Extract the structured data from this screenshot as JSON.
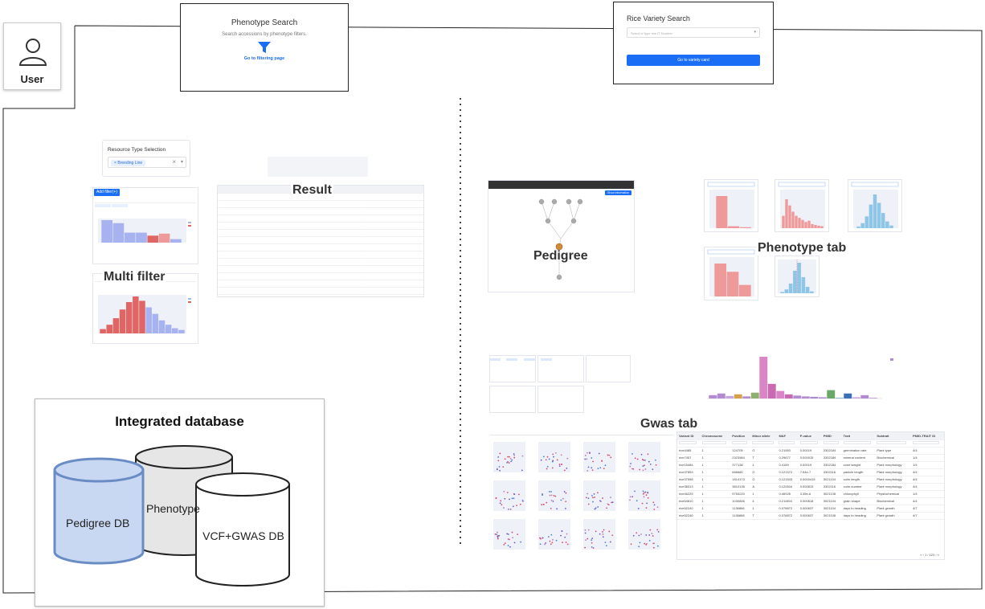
{
  "user": {
    "label": "User",
    "icon": "user-icon"
  },
  "phenotype_search": {
    "title": "Phenotype Search",
    "description": "Search accessions by phenotype filters.",
    "link": "Go to filtering page",
    "icon": "filter-icon"
  },
  "rice_variety_search": {
    "title": "Rice Variety Search",
    "placeholder": "Select or type rice IT Number",
    "button": "Go to variety card"
  },
  "left_panel": {
    "resource_type": {
      "title": "Resource Type Selection",
      "chip": "Breeding Line"
    },
    "add_filter": "Add filter(+)",
    "multi_filter_label": "Multi filter",
    "result_label": "Result"
  },
  "right_panel": {
    "pedigree_label": "Pedigree",
    "phenotype_tab_label": "Phenotype tab",
    "gwas_tab_label": "Gwas tab",
    "show_information": "Show information"
  },
  "database": {
    "title": "Integrated database",
    "cylinders": [
      "Pedigree DB",
      "Phenotype",
      "VCF+GWAS DB"
    ]
  },
  "gwas_table": {
    "columns": [
      "Variant ID",
      "Chromosome",
      "Position",
      "Minor allele",
      "MAF",
      "P-value",
      "PMID",
      "Trait",
      "Subtrait",
      "PMID-TRAIT ID"
    ],
    "rows": [
      [
        "rice4485",
        "1",
        "124705",
        "G",
        "0.21953",
        "0.00019",
        "3302184",
        "germination rate",
        "Plant type",
        "4/4"
      ],
      [
        "rice7457",
        "1",
        "2323984",
        "T",
        "0.29677",
        "0.000915",
        "3302184",
        "mineral content",
        "Biochemical",
        "1/4"
      ],
      [
        "rice15484",
        "1",
        "377138",
        "1",
        "0.4169",
        "0.00019",
        "3302184",
        "cone weight",
        "Plant morphology",
        "1/4"
      ],
      [
        "rice37853",
        "1",
        "686680",
        "G",
        "0.121572",
        "7.54e-7",
        "3302116",
        "panicle length",
        "Plant morphology",
        "4/4"
      ],
      [
        "rice37558",
        "1",
        "1814173",
        "G",
        "0.121543",
        "0.0000415",
        "3021104",
        "culm length",
        "Plant morphology",
        "4/4"
      ],
      [
        "rice38313",
        "1",
        "3810136",
        "A",
        "0.120534",
        "0.000813",
        "3302116",
        "culm number",
        "Plant morphology",
        "4/4"
      ],
      [
        "rice46225",
        "1",
        "9753220",
        "1",
        "0.46928",
        "3.35e-6",
        "3021108",
        "chlorophyll",
        "Physiochemical",
        "1/4"
      ],
      [
        "rice54810",
        "1",
        "1030846",
        "4",
        "0.211654",
        "0.000618",
        "3021104",
        "grain shape",
        "Biochemical",
        "4/4"
      ],
      [
        "rice52240",
        "1",
        "1136866",
        "1",
        "0.078872",
        "0.000637",
        "3021104",
        "days to heading",
        "Plant growth",
        "4/7"
      ],
      [
        "rice52240",
        "1",
        "1136868",
        "T",
        "0.078872",
        "0.000637",
        "3021108",
        "days to heading",
        "Plant growth",
        "4/7"
      ]
    ],
    "pagination": "1 / 123"
  },
  "colors": {
    "accent": "#1a6ef5",
    "pedigree_db": "#c9d8f2",
    "pedigree_db_stroke": "#6a8cc4",
    "bar_blue": "#a7b2f0",
    "bar_red": "#e06666",
    "bar_salmon": "#ef9a9a",
    "scatter_teal": "#8fc6e8"
  },
  "chart_data": [
    {
      "type": "bar",
      "values": [
        90,
        78,
        40,
        40,
        28,
        36,
        14
      ]
    },
    {
      "type": "bar",
      "values": [
        10,
        20,
        35,
        55,
        72,
        85,
        75,
        60,
        45,
        30,
        20,
        12,
        8
      ]
    },
    {
      "type": "bar",
      "values": [
        100,
        6,
        3
      ]
    },
    {
      "type": "bar",
      "values": [
        30,
        70,
        55,
        40,
        30,
        25,
        20,
        15,
        18,
        10,
        8,
        6,
        5
      ]
    },
    {
      "type": "bar",
      "values": [
        5,
        15,
        35,
        70,
        100,
        75,
        45,
        20,
        8
      ]
    },
    {
      "type": "bar",
      "values": [
        100,
        75,
        35
      ]
    },
    {
      "type": "bar",
      "values": [
        4,
        12,
        30,
        70,
        95,
        50,
        20,
        6
      ]
    },
    {
      "type": "bar",
      "values": [
        8,
        12,
        6,
        10,
        5,
        14,
        100,
        35,
        18,
        10,
        7,
        5,
        4,
        3,
        20,
        2,
        12,
        3,
        8,
        2
      ]
    }
  ]
}
